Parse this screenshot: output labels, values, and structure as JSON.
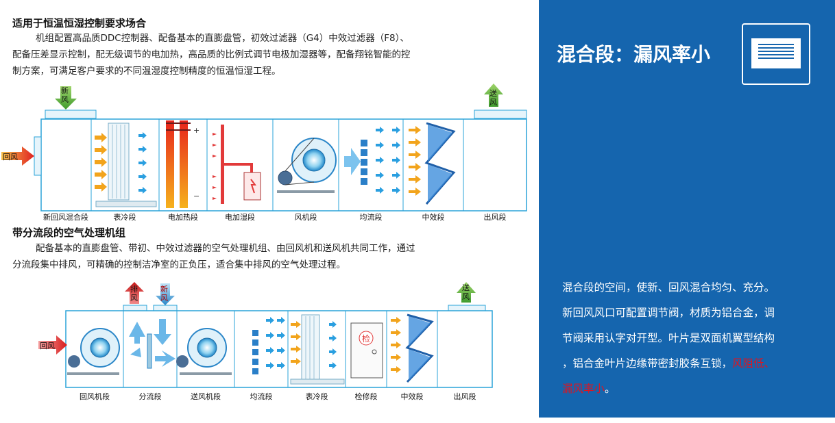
{
  "section1": {
    "title": "适用于恒温恒湿控制要求场合",
    "lines": [
      "机组配置高品质DDC控制器、配备基本的直膨盘管，初效过滤器（G4）中效过滤器（F8）、",
      "配备压差显示控制，配无级调节的电加热，高品质的比例式调节电极加湿器等，配备翔铭智能的控",
      "制方案，可满足客户要求的不同温湿度控制精度的恒温恒湿工程。"
    ]
  },
  "diagram1": {
    "fresh_air": [
      "新",
      "风"
    ],
    "return_air": "回风",
    "supply_air": [
      "送",
      "风"
    ],
    "labels": [
      "新回风混合段",
      "表冷段",
      "电加热段",
      "电加湿段",
      "风机段",
      "均流段",
      "中效段",
      "出风段"
    ]
  },
  "section2": {
    "title": "带分流段的空气处理机组",
    "lines": [
      "配备基本的直膨盘管、带初、中效过滤器的空气处理机组、由回风机和送风机共同工作，通过",
      "分流段集中排风，可精确的控制洁净室的正负压，适合集中排风的空气处理过程。"
    ]
  },
  "diagram2": {
    "exhaust_air": [
      "排",
      "风"
    ],
    "fresh_air": [
      "新",
      "风"
    ],
    "return_air": "回风",
    "supply_air": [
      "送",
      "风"
    ],
    "inspect_char": "检",
    "labels": [
      "回风机段",
      "分流段",
      "送风机段",
      "均流段",
      "表冷段",
      "检修段",
      "中效段",
      "出风段"
    ]
  },
  "panel": {
    "title": "混合段：漏风率小",
    "icon": "louver-grille-icon",
    "lines": [
      "混合段的空间，使新、回风混合均匀、充分。",
      "新回风风口可配置调节阀，材质为铝合金，调",
      "节阀采用认字对开型。叶片是双面机翼型结构",
      "，铝合金叶片边缘带密封胶条互锁，"
    ],
    "red_1": "风阻低、",
    "red_2": "漏风率小",
    "tail": "。"
  },
  "colors": {
    "panel_bg": "#1565ae",
    "accent_red": "#e0141e",
    "duct_blue": "#2aa3d8"
  }
}
